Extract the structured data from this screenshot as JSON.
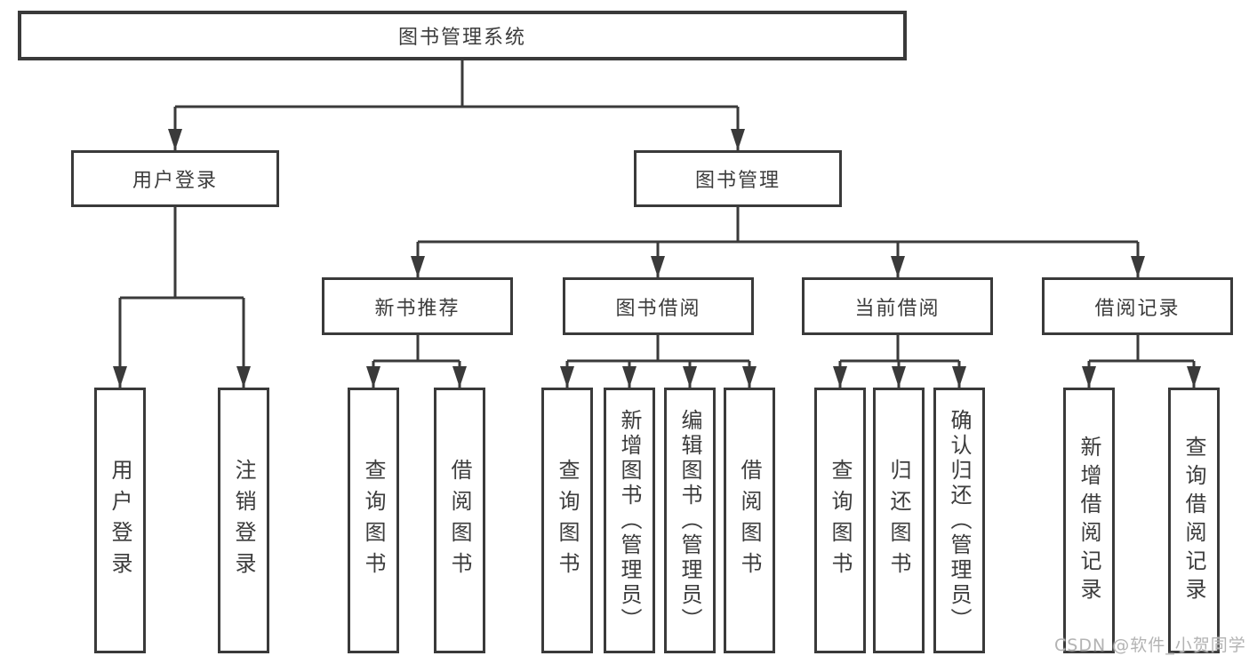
{
  "diagram": {
    "root_label": "图书管理系统",
    "level2": {
      "user_login": "用户登录",
      "book_mgmt": "图书管理"
    },
    "level3": {
      "new_book_rec": "新书推荐",
      "book_borrow": "图书借阅",
      "current_borrow": "当前借阅",
      "borrow_records": "借阅记录"
    },
    "leaves": {
      "user_login_1": "用户登录",
      "user_login_2": "注销登录",
      "new_book_1": "查询图书",
      "new_book_2": "借阅图书",
      "borrow_1": "查询图书",
      "borrow_2": "新增图书（管理员）",
      "borrow_3": "编辑图书（管理员）",
      "borrow_4": "借阅图书",
      "current_1": "查询图书",
      "current_2": "归还图书",
      "current_3": "确认归还（管理员）",
      "records_1": "新增借阅记录",
      "records_2": "查询借阅记录"
    },
    "watermark": "CSDN @软件_小贺同学",
    "colors": {
      "line": "#3a3a3a",
      "text": "#3c3c3c",
      "watermark_gray": "#b3b3b3",
      "background": "#ffffff"
    }
  }
}
